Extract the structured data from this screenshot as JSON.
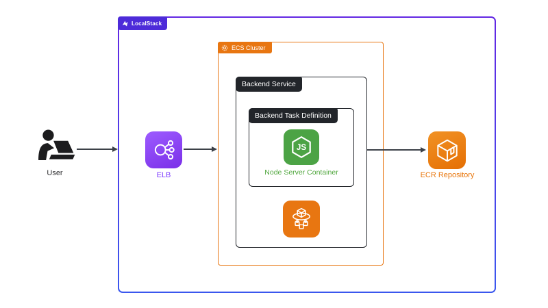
{
  "diagram": {
    "localstack": {
      "label": "LocalStack"
    },
    "ecs_cluster": {
      "label": "ECS Cluster"
    },
    "backend_service": {
      "label": "Backend Service"
    },
    "task_definition": {
      "label": "Backend Task Definition"
    },
    "user": {
      "label": "User"
    },
    "elb": {
      "label": "ELB"
    },
    "node_container": {
      "label": "Node Server Container",
      "badge": "JS"
    },
    "ecr": {
      "label": "ECR Repository"
    },
    "icons": {
      "localstack_logo": "localstack-logo-icon",
      "ecs_cluster_badge": "ecs-cluster-icon",
      "user": "user-at-laptop-icon",
      "elb": "elb-load-balancer-icon",
      "node": "nodejs-hexagon-icon",
      "ecs_service": "ecs-containers-icon",
      "ecr": "ecr-cube-icon"
    },
    "arrows": [
      {
        "from": "user",
        "to": "localstack-boundary"
      },
      {
        "from": "elb",
        "to": "ecs-cluster-boundary"
      },
      {
        "from": "backend-service",
        "to": "ecr-repository"
      }
    ]
  },
  "colors": {
    "localstack_purple": "#4D2BD9",
    "border_top": "#6227E3",
    "border_bottom": "#3A57EE",
    "aws_orange": "#E87611",
    "dark_label": "#22252A",
    "node_green": "#4CA345",
    "node_text": "#4FA63C",
    "elb_light": "#9D5CFF",
    "elb_dark": "#7A2FE8",
    "elb_text": "#7E3BFF",
    "ecr_light": "#F19225",
    "ecr_dark": "#E56F04",
    "ecr_text": "#E8750A",
    "arrow": "#3C4148",
    "user_black": "#1C1C1E",
    "label_dark": "#2E2E30"
  }
}
